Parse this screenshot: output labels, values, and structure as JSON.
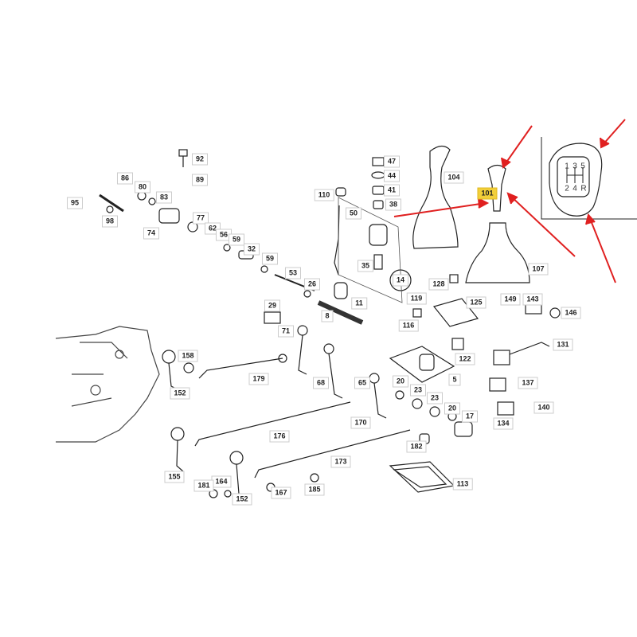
{
  "diagram": {
    "highlighted_part": "101",
    "highlight_color": "#f2cf3a",
    "arrow_color": "#e02020",
    "part_labels": [
      "92",
      "89",
      "86",
      "80",
      "83",
      "95",
      "98",
      "74",
      "77",
      "62",
      "56",
      "59",
      "32",
      "59",
      "53",
      "26",
      "47",
      "44",
      "41",
      "38",
      "110",
      "50",
      "35",
      "14",
      "104",
      "101",
      "107",
      "128",
      "119",
      "125",
      "116",
      "149",
      "143",
      "146",
      "29",
      "71",
      "11",
      "8",
      "131",
      "122",
      "5",
      "158",
      "152",
      "179",
      "68",
      "65",
      "20",
      "23",
      "23",
      "20",
      "17",
      "137",
      "140",
      "134",
      "170",
      "176",
      "182",
      "155",
      "173",
      "164",
      "181",
      "152",
      "167",
      "185",
      "113"
    ],
    "inset": {
      "shift_pattern": [
        "1",
        "3",
        "5",
        "2",
        "4",
        "R"
      ]
    }
  }
}
